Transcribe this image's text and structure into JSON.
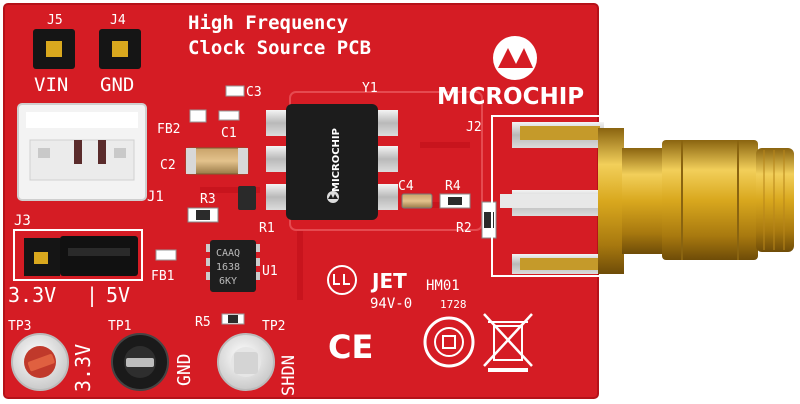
{
  "board": {
    "title_line1": "High Frequency",
    "title_line2": "Clock Source PCB",
    "brand": "MICROCHIP",
    "chip_brand": "MICROCHIP"
  },
  "headers": {
    "j5": "J5",
    "j4": "J4",
    "vin": "VIN",
    "gnd": "GND",
    "j3": "J3",
    "j1": "J1",
    "j2": "J2"
  },
  "components": {
    "c3": "C3",
    "fb2": "FB2",
    "c1": "C1",
    "c2": "C2",
    "r3": "R3",
    "y1": "Y1",
    "r1": "R1",
    "c4": "C4",
    "r4": "R4",
    "r2": "R2",
    "fb1": "FB1",
    "u1": "U1",
    "r5": "R5"
  },
  "u1_marking": [
    "CAAQ",
    "1638",
    "6KY"
  ],
  "jumper": {
    "left": "3.3V",
    "sep": "|",
    "right": "5V"
  },
  "test_points": {
    "tp3": "TP3",
    "tp1": "TP1",
    "tp2": "TP2",
    "v33": "3.3V",
    "gnd": "GND",
    "shdn": "SHDN"
  },
  "marks": {
    "jet": "JET",
    "hm01": "HM01",
    "v0": "94V-0",
    "date": "1728",
    "ce": "CE"
  },
  "colors": {
    "pcb": "#d51c24",
    "silkscreen": "#ffffff",
    "gold": "#d9a81e",
    "chip": "#1c1c1c"
  }
}
